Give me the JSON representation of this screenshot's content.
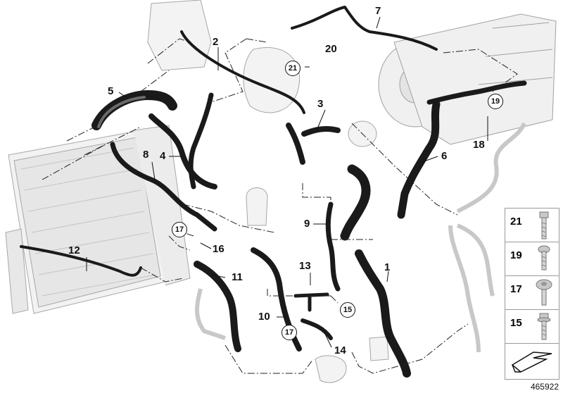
{
  "diagram": {
    "callouts": [
      {
        "id": "c1",
        "label": "1"
      },
      {
        "id": "c2",
        "label": "2"
      },
      {
        "id": "c3",
        "label": "3"
      },
      {
        "id": "c4",
        "label": "4"
      },
      {
        "id": "c5",
        "label": "5"
      },
      {
        "id": "c6",
        "label": "6"
      },
      {
        "id": "c7",
        "label": "7"
      },
      {
        "id": "c8",
        "label": "8"
      },
      {
        "id": "c9",
        "label": "9"
      },
      {
        "id": "c10",
        "label": "10"
      },
      {
        "id": "c11",
        "label": "11"
      },
      {
        "id": "c12",
        "label": "12"
      },
      {
        "id": "c13",
        "label": "13"
      },
      {
        "id": "c14",
        "label": "14"
      },
      {
        "id": "c16",
        "label": "16"
      },
      {
        "id": "c18",
        "label": "18"
      },
      {
        "id": "c20",
        "label": "20"
      }
    ],
    "circled": [
      {
        "id": "r21",
        "label": "21"
      },
      {
        "id": "r19",
        "label": "19"
      },
      {
        "id": "r17a",
        "label": "17"
      },
      {
        "id": "r15",
        "label": "15"
      },
      {
        "id": "r17b",
        "label": "17"
      }
    ],
    "legend": [
      {
        "label": "21",
        "icon": "bolt-hex-icon"
      },
      {
        "label": "19",
        "icon": "bolt-torx-icon"
      },
      {
        "label": "17",
        "icon": "screw-panhead-icon"
      },
      {
        "label": "15",
        "icon": "bolt-flange-icon"
      }
    ],
    "legend_arrow_icon": "direction-arrow-icon",
    "drawing_number": "465922",
    "colors": {
      "hose": "#1a1a1a",
      "outline": "#9a9a9a",
      "dash": "#222222"
    }
  }
}
